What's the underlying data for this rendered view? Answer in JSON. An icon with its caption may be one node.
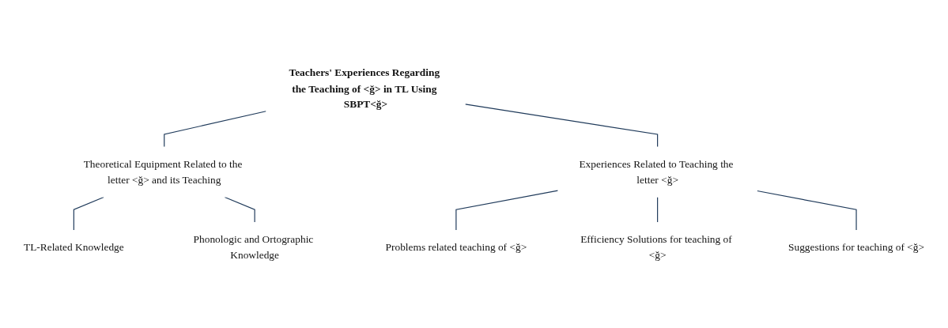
{
  "diagram": {
    "nodes": [
      {
        "text": [
          "Teachers' Experiences Regarding the Teaching of <ğ> in TL Using SBPT<ğ>"
        ]
      },
      {
        "text": [
          "Theoretical Equipment Related to the letter <ğ> and its Teaching"
        ]
      },
      {
        "text": [
          "TL-Related Knowledge"
        ]
      },
      {
        "text": [
          "Phonologic and Ortographic Knowledge"
        ]
      },
      {
        "text": [
          "Experiences Related to Teaching the letter <ğ>"
        ]
      },
      {
        "text": [
          "Problems related teaching of <ğ>"
        ]
      },
      {
        "text": [
          "Efficiency Solutions for teaching of <ğ>"
        ]
      },
      {
        "text": [
          "Suggestions for teaching of <ğ>"
        ]
      }
    ],
    "edges": [
      {
        "from": 0,
        "to": 1,
        "arrow": "none"
      },
      {
        "from": 0,
        "to": 4,
        "arrow": "none"
      },
      {
        "from": 1,
        "to": 2,
        "arrow": "none"
      },
      {
        "from": 1,
        "to": 3,
        "arrow": "none"
      },
      {
        "from": 4,
        "to": 5,
        "arrow": "none"
      },
      {
        "from": 4,
        "to": 6,
        "arrow": "none"
      },
      {
        "from": 4,
        "to": 7,
        "arrow": "none"
      }
    ]
  }
}
